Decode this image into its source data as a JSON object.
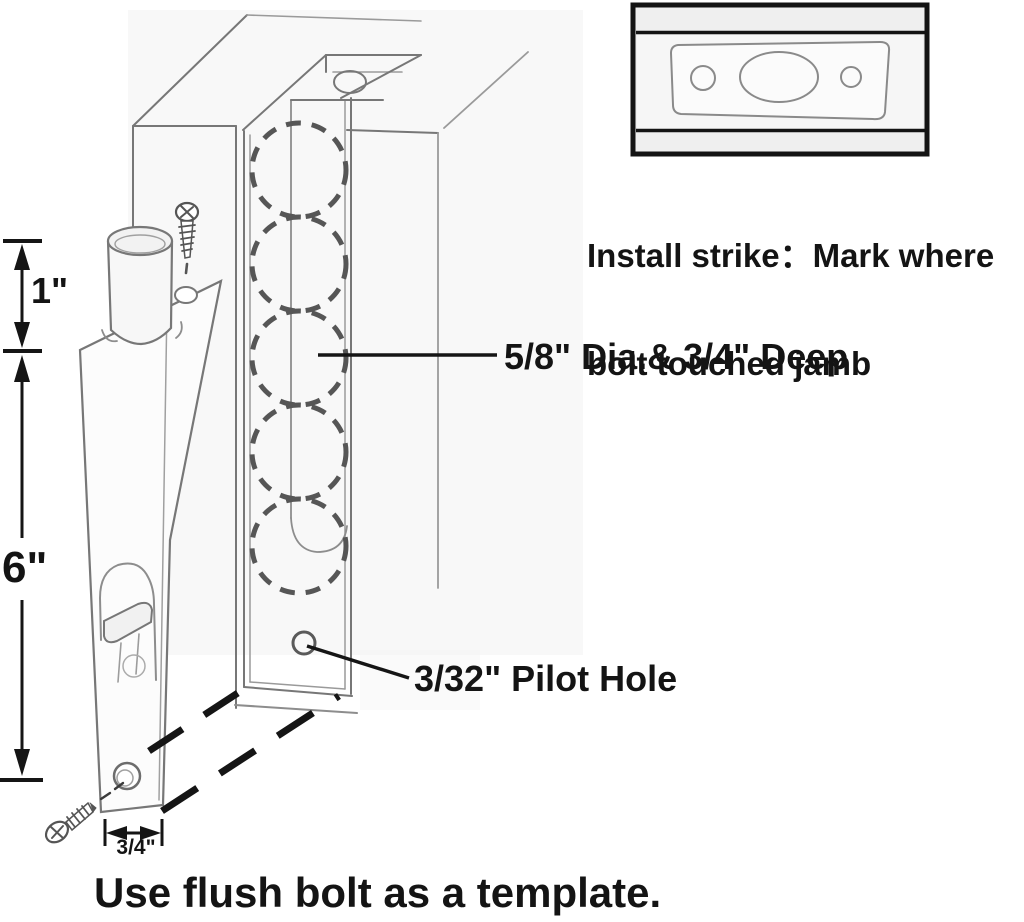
{
  "colors": {
    "ink": "#141414",
    "sketch": "#777777",
    "wash": "#f3f3f3"
  },
  "annotations": {
    "hole_spec": "5/8\" Dia.& 3/4\" Deep",
    "pilot_hole": "3/32\" Pilot Hole",
    "strike_line1": "Install strike：Mark where",
    "strike_line2": "bolt touched jamb",
    "instruction": "Use flush bolt as a template."
  },
  "dimensions": {
    "bolt_projection": "1\"",
    "faceplate_length": "6\"",
    "faceplate_width": "3/4\""
  }
}
